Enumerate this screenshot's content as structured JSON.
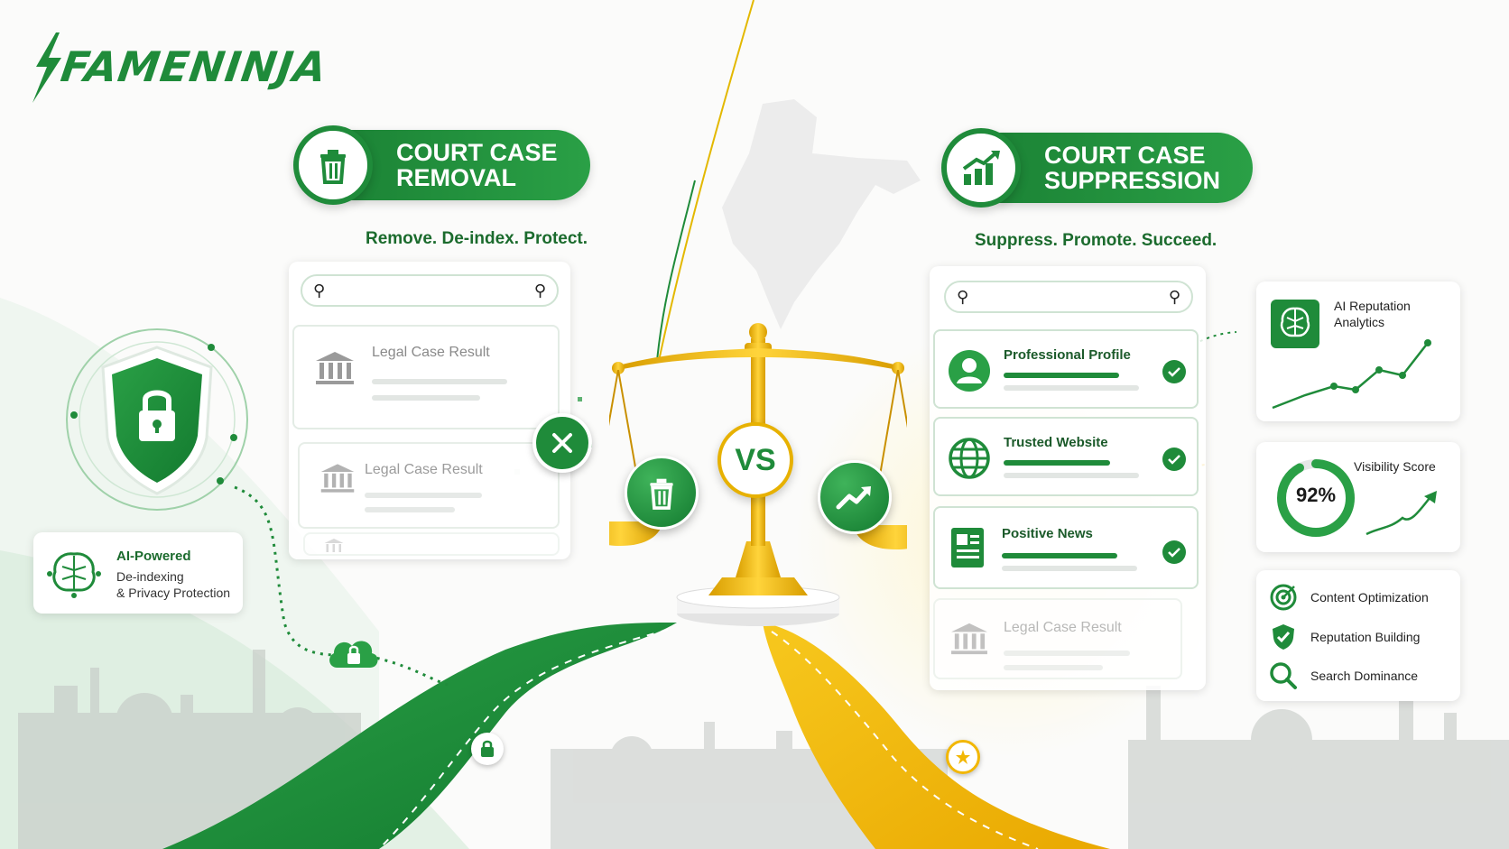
{
  "brand": {
    "logo": "FAMENINJA"
  },
  "left": {
    "title_line1": "COURT CASE",
    "title_line2": "REMOVAL",
    "tagline": "Remove. De-index. Protect.",
    "results": [
      "Legal Case Result",
      "Legal Case Result"
    ],
    "ai_box": {
      "line1": "AI-Powered",
      "line2": "De-indexing",
      "line3": "& Privacy Protection"
    }
  },
  "center": {
    "vs": "VS"
  },
  "right": {
    "title_line1": "COURT CASE",
    "title_line2": "SUPPRESSION",
    "tagline": "Suppress. Promote. Succeed.",
    "results": [
      "Professional Profile",
      "Trusted Website",
      "Positive News"
    ],
    "faded_result": "Legal Case Result"
  },
  "side": {
    "analytics_line1": "AI Reputation",
    "analytics_line2": "Analytics",
    "visibility_label": "Visibility Score",
    "visibility_value": "92%",
    "visibility_fraction": 0.92,
    "features": [
      "Content Optimization",
      "Reputation Building",
      "Search Dominance"
    ]
  },
  "colors": {
    "green": "#1f8b3a",
    "gold": "#f2b705",
    "dark_green": "#1b5a2a"
  }
}
